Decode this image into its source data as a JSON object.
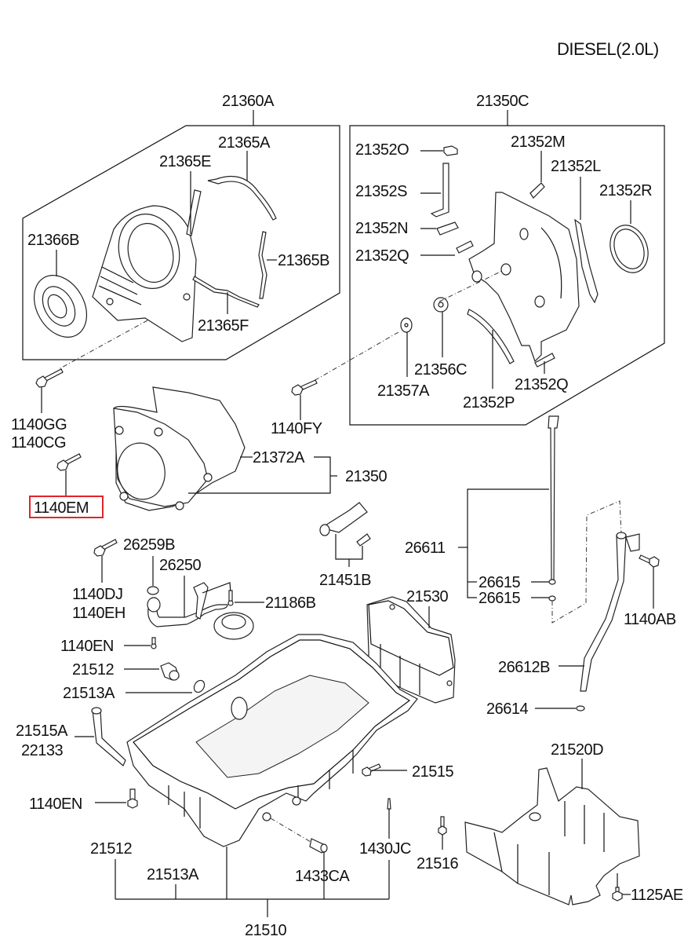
{
  "header": {
    "engine": "DIESEL(2.0L)"
  },
  "highlight_color": "#e0242c",
  "groups": {
    "upper_cover": "21360A",
    "lower_cover": "21350C",
    "timing_cover_assy": "21350",
    "oil_pan_assy": "21510"
  },
  "labels": {
    "p21360A": "21360A",
    "p21365A": "21365A",
    "p21365E": "21365E",
    "p21366B": "21366B",
    "p21365B": "21365B",
    "p21365F": "21365F",
    "p21350C": "21350C",
    "p21352O": "21352O",
    "p21352M": "21352M",
    "p21352S": "21352S",
    "p21352L": "21352L",
    "p21352R": "21352R",
    "p21352N": "21352N",
    "p21352Q_1": "21352Q",
    "p21356C": "21356C",
    "p21357A": "21357A",
    "p21352P": "21352P",
    "p21352Q_2": "21352Q",
    "p1140GG": "1140GG",
    "p1140CG": "1140CG",
    "p1140FY": "1140FY",
    "p21372A": "21372A",
    "p21350": "21350",
    "p1140EM": "1140EM",
    "p26259B": "26259B",
    "p26250": "26250",
    "p21451B": "21451B",
    "p26611": "26611",
    "p1140DJ": "1140DJ",
    "p1140EH": "1140EH",
    "p21186B": "21186B",
    "p21530": "21530",
    "p26615_1": "26615",
    "p26615_2": "26615",
    "p1140AB": "1140AB",
    "p1140EN_1": "1140EN",
    "p21512_1": "21512",
    "p21513A_1": "21513A",
    "p26612B": "26612B",
    "p26614": "26614",
    "p21515A": "21515A",
    "p22133": "22133",
    "p21520D": "21520D",
    "p21515": "21515",
    "p1140EN_2": "1140EN",
    "p21512_2": "21512",
    "p1430JC": "1430JC",
    "p21516": "21516",
    "p21513A_2": "21513A",
    "p1433CA": "1433CA",
    "p1125AE": "1125AE",
    "p21510": "21510"
  },
  "selected_part": "1140EM"
}
